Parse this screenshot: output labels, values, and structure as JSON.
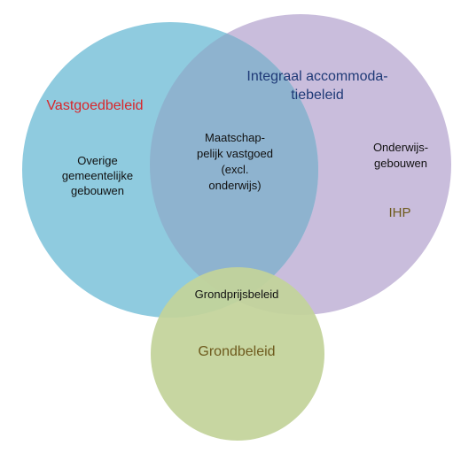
{
  "colors": {
    "vastgoed_circle": "#8fcbdf",
    "integraal_circle": "#c9bddc",
    "grond_circle": "#c3d39a",
    "overlap": "#8eb3cf",
    "vastgoed_title": "#d9262b",
    "integraal_title": "#1f3a77",
    "grond_title": "#6e5a1d",
    "ihp": "#6e5a1d",
    "body_text": "#111111"
  },
  "labels": {
    "vastgoedbeleid": "Vastgoedbeleid",
    "integraal_line1": "Integraal accommoda-",
    "integraal_line2": "tiebeleid",
    "overige_line1": "Overige",
    "overige_line2": "gemeentelijke",
    "overige_line3": "gebouwen",
    "maatschappelijk_line1": "Maatschap-",
    "maatschappelijk_line2": "pelijk vastgoed",
    "maatschappelijk_line3": "(excl.",
    "maatschappelijk_line4": "onderwijs)",
    "onderwijs_line1": "Onderwijs-",
    "onderwijs_line2": "gebouwen",
    "ihp": "IHP",
    "grondprijsbeleid": "Grondprijsbeleid",
    "grondbeleid": "Grondbeleid"
  }
}
